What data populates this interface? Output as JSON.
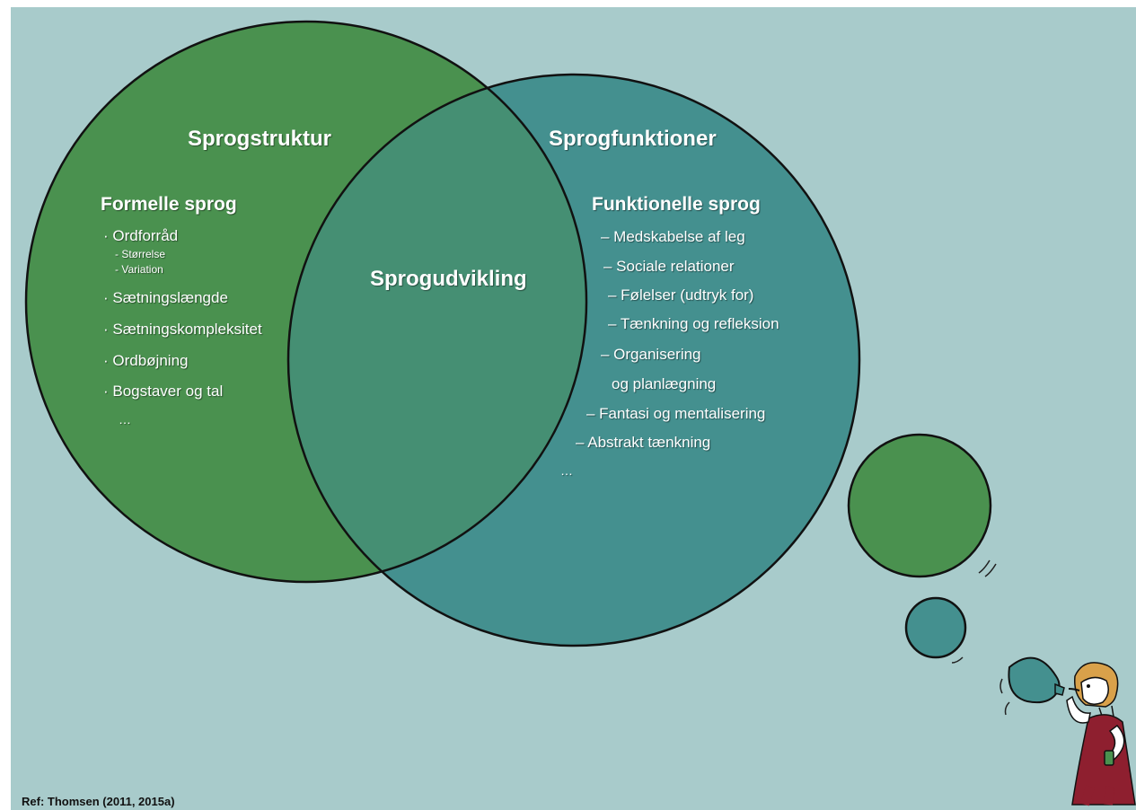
{
  "colors": {
    "background": "#a8cbcb",
    "green": "#4a914f",
    "teal": "#44908f",
    "overlap": "#458f73",
    "dress": "#8e1f2f"
  },
  "left": {
    "title": "Sprogstruktur",
    "subtitle": "Formelle sprog",
    "items": [
      {
        "text": "· Ordforråd",
        "kind": "item"
      },
      {
        "text": "- Størrelse",
        "kind": "small"
      },
      {
        "text": "- Variation",
        "kind": "small"
      },
      {
        "text": "· Sætningslængde",
        "kind": "item"
      },
      {
        "text": "· Sætningskompleksitet",
        "kind": "item"
      },
      {
        "text": "· Ordbøjning",
        "kind": "item"
      },
      {
        "text": "· Bogstaver og tal",
        "kind": "item"
      },
      {
        "text": "…",
        "kind": "item"
      }
    ]
  },
  "center": {
    "title": "Sprogudvikling"
  },
  "right": {
    "title": "Sprogfunktioner",
    "subtitle": "Funktionelle sprog",
    "items": [
      {
        "text": "– Medskabelse af leg"
      },
      {
        "text": "– Sociale relationer"
      },
      {
        "text": "– Følelser (udtryk for)"
      },
      {
        "text": "– Tænkning og refleksion"
      },
      {
        "text": "– Organisering"
      },
      {
        "text": "og planlægning"
      },
      {
        "text": "– Fantasi og mentalisering"
      },
      {
        "text": "– Abstrakt tænkning"
      },
      {
        "text": "…"
      }
    ]
  },
  "reference": "Ref: Thomsen (2011, 2015a)",
  "icons": [
    "thought-bubble-large",
    "thought-bubble-small",
    "balloon",
    "girl-blowing-balloon"
  ]
}
